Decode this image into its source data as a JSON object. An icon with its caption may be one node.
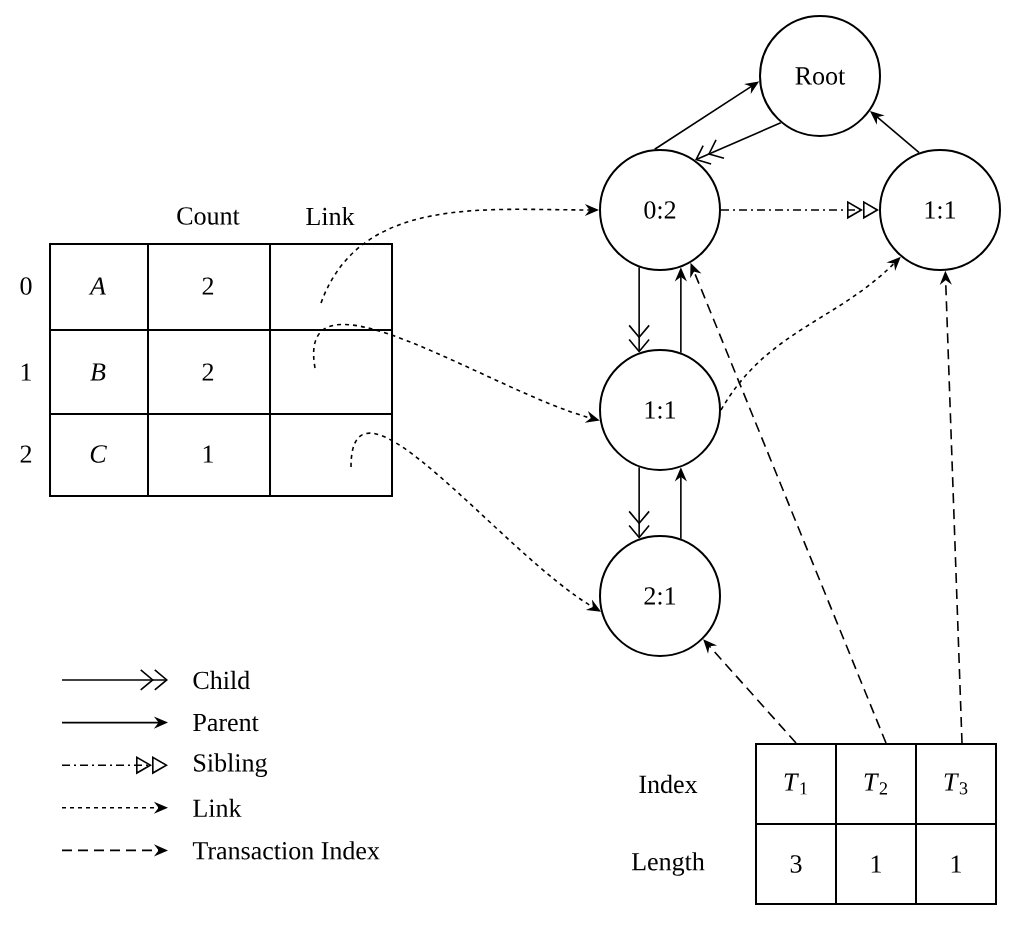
{
  "diagram": {
    "nodes": [
      {
        "text": [
          "Root"
        ]
      },
      {
        "text": [
          "0:2"
        ]
      },
      {
        "text": [
          "1:1"
        ]
      },
      {
        "text": [
          "1:1"
        ]
      },
      {
        "text": [
          "2:1"
        ]
      },
      {
        "text": [],
        "shape": "box"
      },
      {
        "text": [],
        "shape": "box"
      },
      {
        "text": [],
        "shape": "box"
      },
      {
        "text": [
          "*T*$_{1}$"
        ]
      },
      {
        "text": [
          "*T*$_{2}$"
        ]
      },
      {
        "text": [
          "*T*$_{3}$"
        ]
      }
    ],
    "edges": [
      {
        "from": 0,
        "to": 1,
        "arrow": "to"
      },
      {
        "from": 1,
        "to": 0,
        "arrow": "to"
      },
      {
        "from": 2,
        "to": 0,
        "arrow": "to"
      },
      {
        "from": 1,
        "to": 2,
        "arrow": "to",
        "style": "dashed"
      },
      {
        "from": 1,
        "to": 3,
        "arrow": "to"
      },
      {
        "from": 3,
        "to": 1,
        "arrow": "to"
      },
      {
        "from": 3,
        "to": 4,
        "arrow": "to"
      },
      {
        "from": 4,
        "to": 3,
        "arrow": "to"
      },
      {
        "from": 5,
        "to": 1,
        "arrow": "to",
        "style": "dashed"
      },
      {
        "from": 6,
        "to": 3,
        "arrow": "to",
        "style": "dashed"
      },
      {
        "from": 7,
        "to": 4,
        "arrow": "to",
        "style": "dashed"
      },
      {
        "from": 3,
        "to": 2,
        "arrow": "to",
        "style": "dashed"
      },
      {
        "from": 8,
        "to": 4,
        "arrow": "to",
        "style": "dashed"
      },
      {
        "from": 9,
        "to": 1,
        "arrow": "to",
        "style": "dashed"
      },
      {
        "from": 10,
        "to": 2,
        "arrow": "to",
        "style": "dashed"
      }
    ],
    "labels": [
      "Count",
      "Link",
      "0",
      "A",
      "2",
      "1",
      "B",
      "2",
      "2",
      "C",
      "1",
      "Index",
      "Length",
      "3",
      "1",
      "1"
    ],
    "legend": [
      {
        "text": "Child"
      },
      {
        "text": "Parent"
      },
      {
        "text": "Sibling"
      },
      {
        "text": "Link"
      },
      {
        "text": "Transaction Index"
      }
    ]
  }
}
